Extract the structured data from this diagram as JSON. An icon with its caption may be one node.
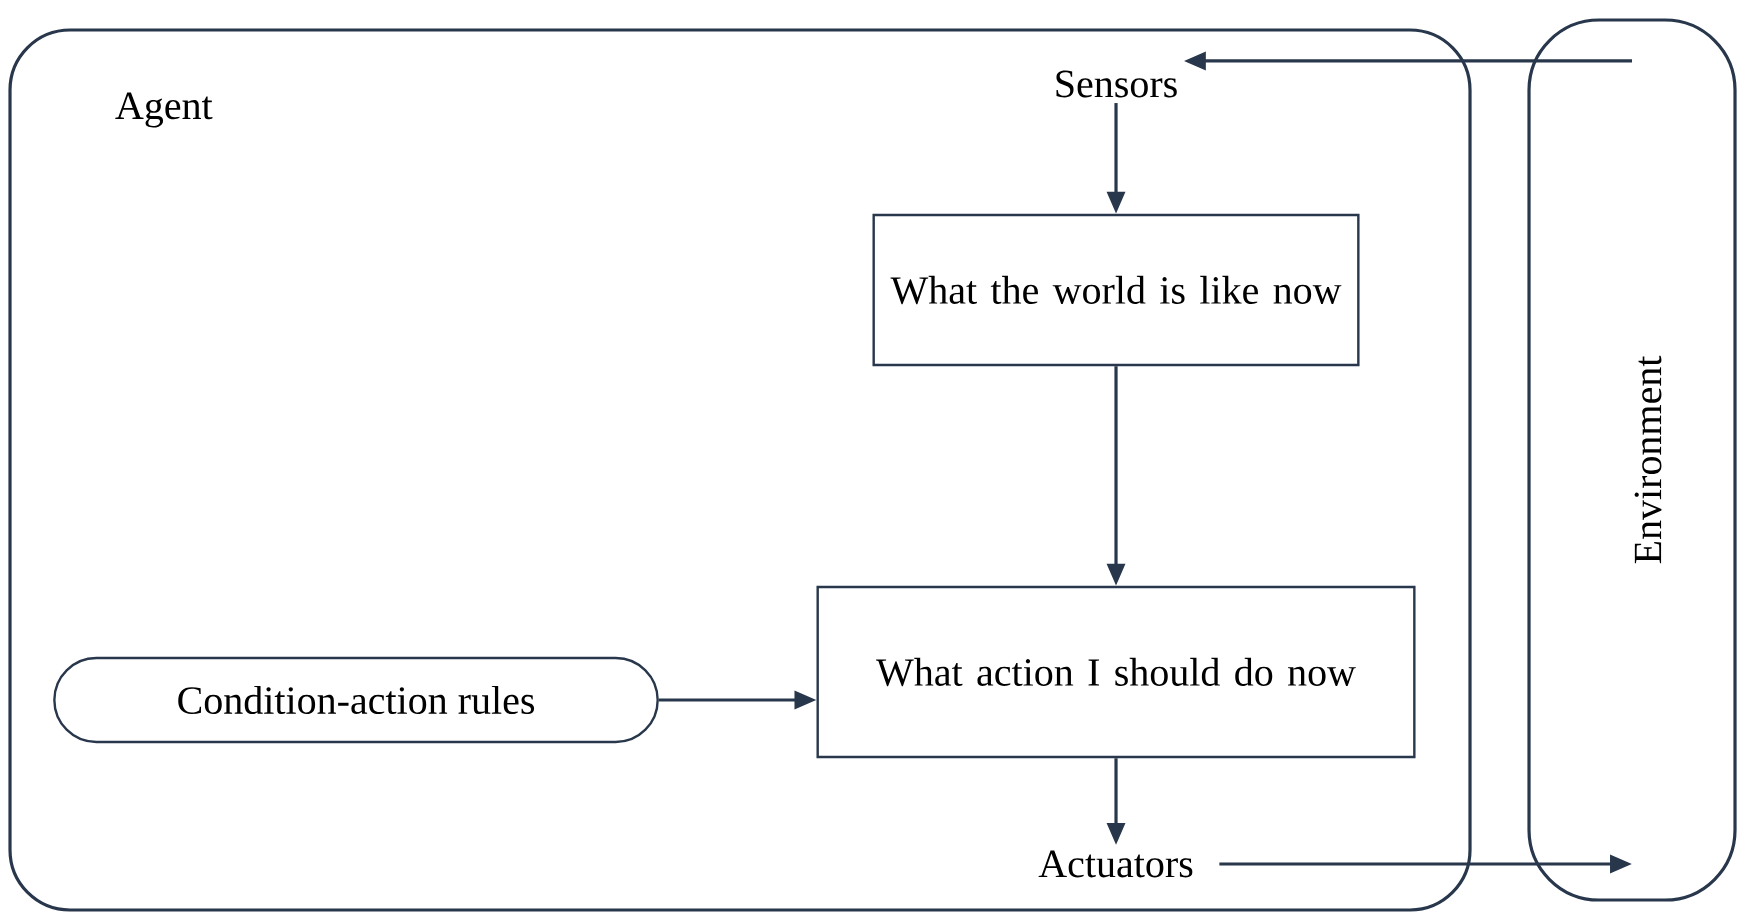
{
  "diagram": {
    "nodes": [
      {
        "text": [
          "Agent"
        ]
      },
      {
        "text": [
          "Sensors"
        ],
        "in": 0
      },
      {
        "text": [
          "What the world is like now"
        ],
        "in": 0
      },
      {
        "text": [
          "What action I should do now"
        ],
        "in": 0
      },
      {
        "text": [
          "Condition-action rules"
        ],
        "in": 0
      },
      {
        "text": [
          "Actuators"
        ],
        "in": 0
      },
      {
        "text": [
          "Environment"
        ]
      }
    ],
    "edges": [
      {
        "from": 6,
        "to": 1,
        "arrow": "to"
      },
      {
        "from": 1,
        "to": 2,
        "arrow": "to"
      },
      {
        "from": 2,
        "to": 3,
        "arrow": "to"
      },
      {
        "from": 4,
        "to": 3,
        "arrow": "to"
      },
      {
        "from": 3,
        "to": 5,
        "arrow": "to"
      },
      {
        "from": 5,
        "to": 6,
        "arrow": "to"
      }
    ]
  }
}
